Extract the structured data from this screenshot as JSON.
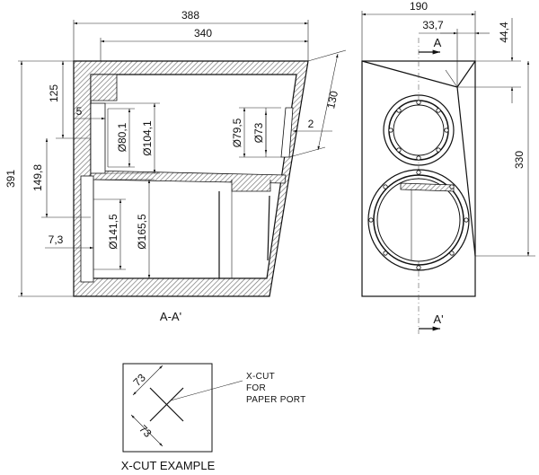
{
  "section_view": {
    "title": "A-A'",
    "dims": {
      "total_depth": "388",
      "top_depth": "340",
      "total_height": "391",
      "top_to_tweeter": "125",
      "tweeter_to_woofer": "149,8",
      "tweeter_recess": "5",
      "woofer_recess": "7,3",
      "tweeter_cut": "Ø80,1",
      "tweeter_recess_dia": "Ø104,1",
      "woofer_cut": "Ø141,5",
      "woofer_recess_dia": "Ø165,5",
      "port_outer": "Ø79,5",
      "port_inner": "Ø73",
      "port_wall": "2",
      "port_height": "130"
    }
  },
  "front_view": {
    "dims": {
      "width": "190",
      "slant": "33,7",
      "top_offset": "44,4",
      "height": "330"
    },
    "section_marks": {
      "top": "A",
      "bottom": "A'"
    }
  },
  "xcut": {
    "title": "X-CUT EXAMPLE",
    "dims": {
      "a": "73",
      "b": "73"
    },
    "note": [
      "X-CUT",
      "FOR",
      "PAPER PORT"
    ]
  },
  "colors": {
    "line": "#111111",
    "hatch": "#777777"
  }
}
